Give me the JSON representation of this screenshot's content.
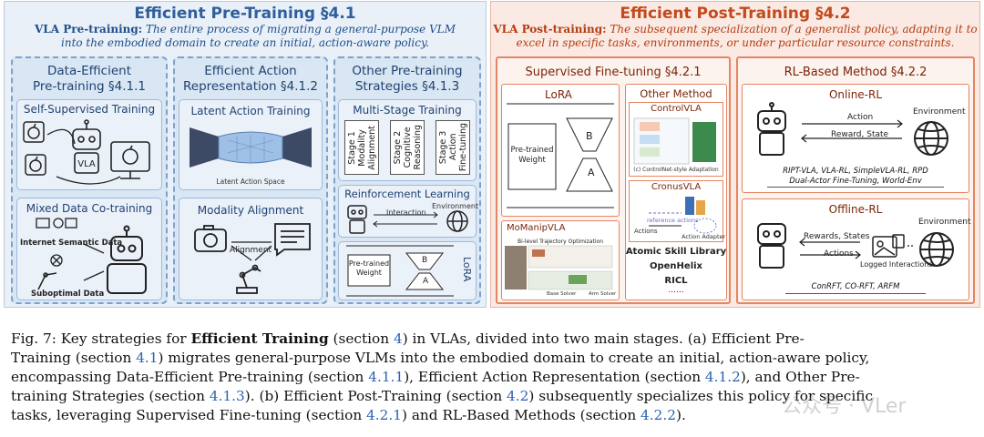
{
  "pre": {
    "title": "Efficient Pre-Training §4.1",
    "desc_label": "VLA Pre-training:",
    "desc_line1": "The entire process of migrating a general-purpose VLM",
    "desc_line2": "into the embodied domain to create an initial, action-aware policy.",
    "data_eff_title1": "Data-Efficient",
    "data_eff_title2": "Pre-training §4.1.1",
    "self_sup": "Self-Supervised Training",
    "vla_label": "VLA",
    "mixed": "Mixed Data Co-training",
    "internet_data": "Internet Semantic Data",
    "subopt_data": "Suboptimal Data",
    "action_rep_title1": "Efficient Action",
    "action_rep_title2": "Representation §4.1.2",
    "latent_training": "Latent Action Training",
    "latent_space": "Latent Action Space",
    "modality_align": "Modality Alignment",
    "alignment": "Alignment",
    "other_title1": "Other Pre-training",
    "other_title2": "Strategies §4.1.3",
    "multistage": "Multi-Stage Training",
    "stage1": "Stage 1\nModality\nAlignment",
    "stage2": "Stage 2\nCognitive\nReasoning",
    "stage3": "Stage 3\nAction\nFine-tuning",
    "rl": "Reinforcement Learning",
    "interaction": "Interaction",
    "environment": "Environment",
    "lora_side": "LoRA",
    "pretrained_weight": "Pre-trained\nWeight",
    "b": "B",
    "a": "A"
  },
  "post": {
    "title": "Efficient Post-Training §4.2",
    "desc_label": "VLA Post-training:",
    "desc_line1": "The subsequent specialization of a generalist policy, adapting it to",
    "desc_line2": "excel in specific tasks, environments, or under particular resource constraints.",
    "sft_title": "Supervised Fine-tuning §4.2.1",
    "lora": "LoRA",
    "pretrained_weight": "Pre-trained\nWeight",
    "b": "B",
    "a": "A",
    "other_method": "Other Method",
    "controlvla": "ControlVLA",
    "controlnet_caption": "(c) ControlNet-style Adaptation",
    "cronusvla": "CronusVLA",
    "reference_actions": "reference actions",
    "actions": "Actions",
    "action_adapter": "Action Adapter",
    "momanip": "MoManipVLA",
    "bilevel": "Bi-level Trajectory Optimization",
    "base_solver": "Base Solver",
    "arm_solver": "Arm Solver",
    "atomic": "Atomic Skill Library",
    "openhelix": "OpenHelix",
    "ricl": "RICL",
    "ellipsis": "......",
    "rl_title": "RL-Based Method §4.2.2",
    "online": "Online-RL",
    "action": "Action",
    "environment": "Environment",
    "reward_state": "Reward, State",
    "online_methods1": "RIPT-VLA, VLA-RL, SimpleVLA-RL, RPD",
    "online_methods2": "Dual-Actor Fine-Tuning, World-Env",
    "offline": "Offline-RL",
    "rewards_states": "Rewards, States",
    "logged": "Logged Interactions",
    "offline_methods": "ConRFT, CO-RFT, ARFM"
  },
  "caption": {
    "p1": "Fig. 7: Key strategies for ",
    "bold": "Efficient Training",
    "p2": " (section ",
    "r1": "4",
    "p3": ") in VLAs, divided into two main stages. (a) Efficient Pre-",
    "l2a": "Training (section ",
    "r2": "4.1",
    "l2b": ") migrates general-purpose VLMs into the embodied domain to create an initial, action-aware policy,",
    "l3a": "encompassing Data-Efficient Pre-training (section ",
    "r3": "4.1.1",
    "l3b": "), Efficient Action Representation (section ",
    "r4": "4.1.2",
    "l3c": "), and Other Pre-",
    "l4a": "training Strategies (section ",
    "r5": "4.1.3",
    "l4b": "). (b) Efficient Post-Training (section ",
    "r6": "4.2",
    "l4c": ") subsequently specializes this policy for specific",
    "l5a": "tasks, leveraging Supervised Fine-tuning (section ",
    "r7": "4.2.1",
    "l5b": ") and RL-Based Methods (section ",
    "r8": "4.2.2",
    "l5c": ")."
  },
  "watermark": "公众号 · VLer"
}
